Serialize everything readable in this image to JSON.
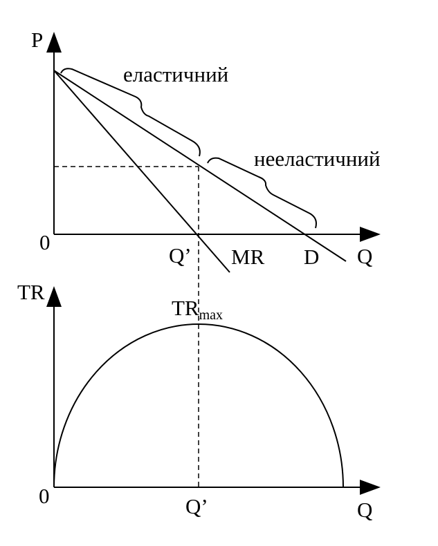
{
  "top_graph": {
    "y_axis_label": "P",
    "x_axis_label": "Q",
    "origin_label": "0",
    "q_prime_label": "Q’",
    "mr_label": "MR",
    "d_label": "D",
    "elastic_label": "еластичний",
    "inelastic_label": "нееластичний"
  },
  "bottom_graph": {
    "y_axis_label": "TR",
    "x_axis_label": "Q",
    "origin_label": "0",
    "q_prime_label": "Q’",
    "trmax_label": "TR",
    "trmax_subscript": "max"
  }
}
